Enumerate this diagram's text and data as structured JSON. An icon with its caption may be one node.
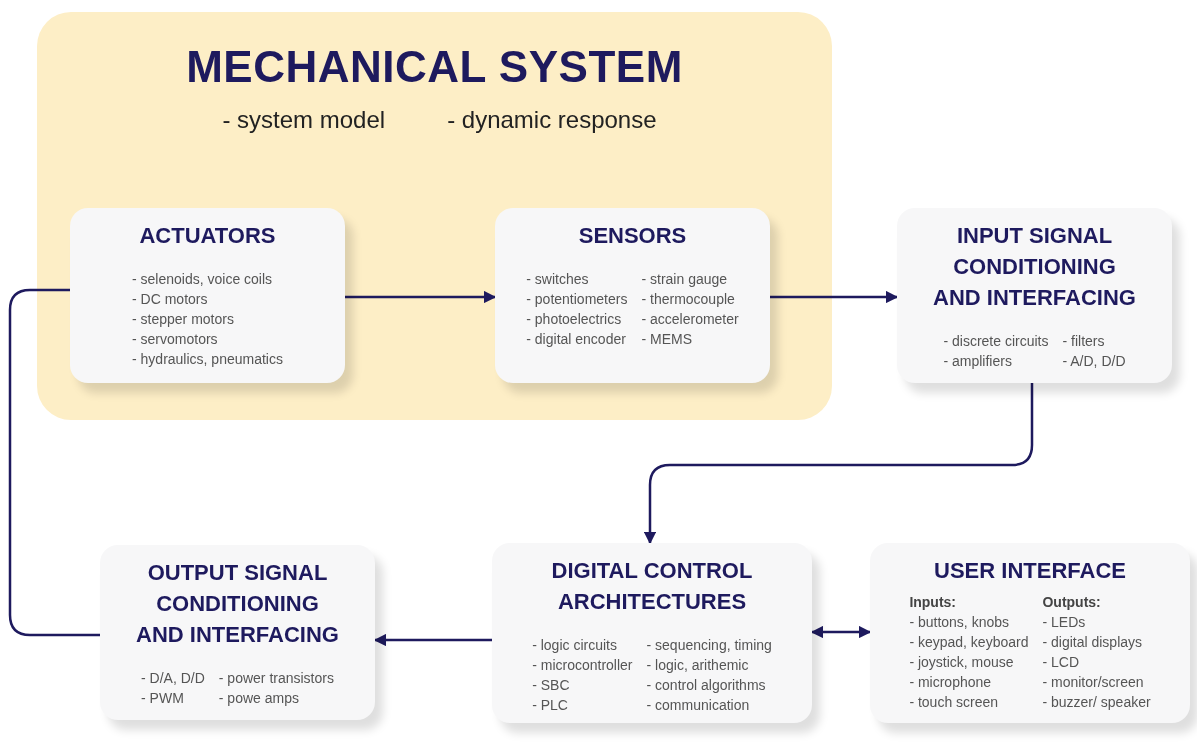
{
  "diagram": {
    "nodes": [
      {
        "text": [
          "MECHANICAL SYSTEM",
          "- system model",
          "- dynamic response"
        ]
      },
      {
        "text": [
          "ACTUATORS",
          "- selenoids, voice coils",
          "- DC motors",
          "- stepper motors",
          "- servomotors",
          "- hydraulics, pneumatics"
        ],
        "in": 0
      },
      {
        "text": [
          "SENSORS",
          "- switches",
          "- potentiometers",
          "- photoelectrics",
          "- digital encoder",
          "- strain gauge",
          "- thermocouple",
          "- accelerometer",
          "- MEMS"
        ],
        "in": 0
      },
      {
        "text": [
          "INPUT SIGNAL CONDITIONING AND INTERFACING",
          "- discrete circuits",
          "- amplifiers",
          "- filters",
          "- A/D, D/D"
        ]
      },
      {
        "text": [
          "DIGITAL CONTROL ARCHITECTURES",
          "- logic circuits",
          "- microcontroller",
          "- SBC",
          "- PLC",
          "- sequencing, timing",
          "- logic, arithemic",
          "- control algorithms",
          "- communication"
        ]
      },
      {
        "text": [
          "OUTPUT SIGNAL CONDITIONING AND INTERFACING",
          "- D/A, D/D",
          "- PWM",
          "- power transistors",
          "- powe amps"
        ]
      },
      {
        "text": [
          "USER INTERFACE",
          "Inputs:",
          "- buttons, knobs",
          "- keypad, keyboard",
          "- joystick, mouse",
          "- microphone",
          "- touch screen",
          "Outputs:",
          "- LEDs",
          "- digital displays",
          "- LCD",
          "- monitor/screen",
          "- buzzer/ speaker"
        ]
      }
    ],
    "edges": [
      {
        "from": 1,
        "to": 2,
        "arrow": "to"
      },
      {
        "from": 2,
        "to": 3,
        "arrow": "to"
      },
      {
        "from": 3,
        "to": 4,
        "arrow": "to"
      },
      {
        "from": 4,
        "to": 5,
        "arrow": "to"
      },
      {
        "from": 4,
        "to": 6,
        "arrow": "both"
      },
      {
        "from": 5,
        "to": 1,
        "arrow": "none"
      }
    ]
  }
}
